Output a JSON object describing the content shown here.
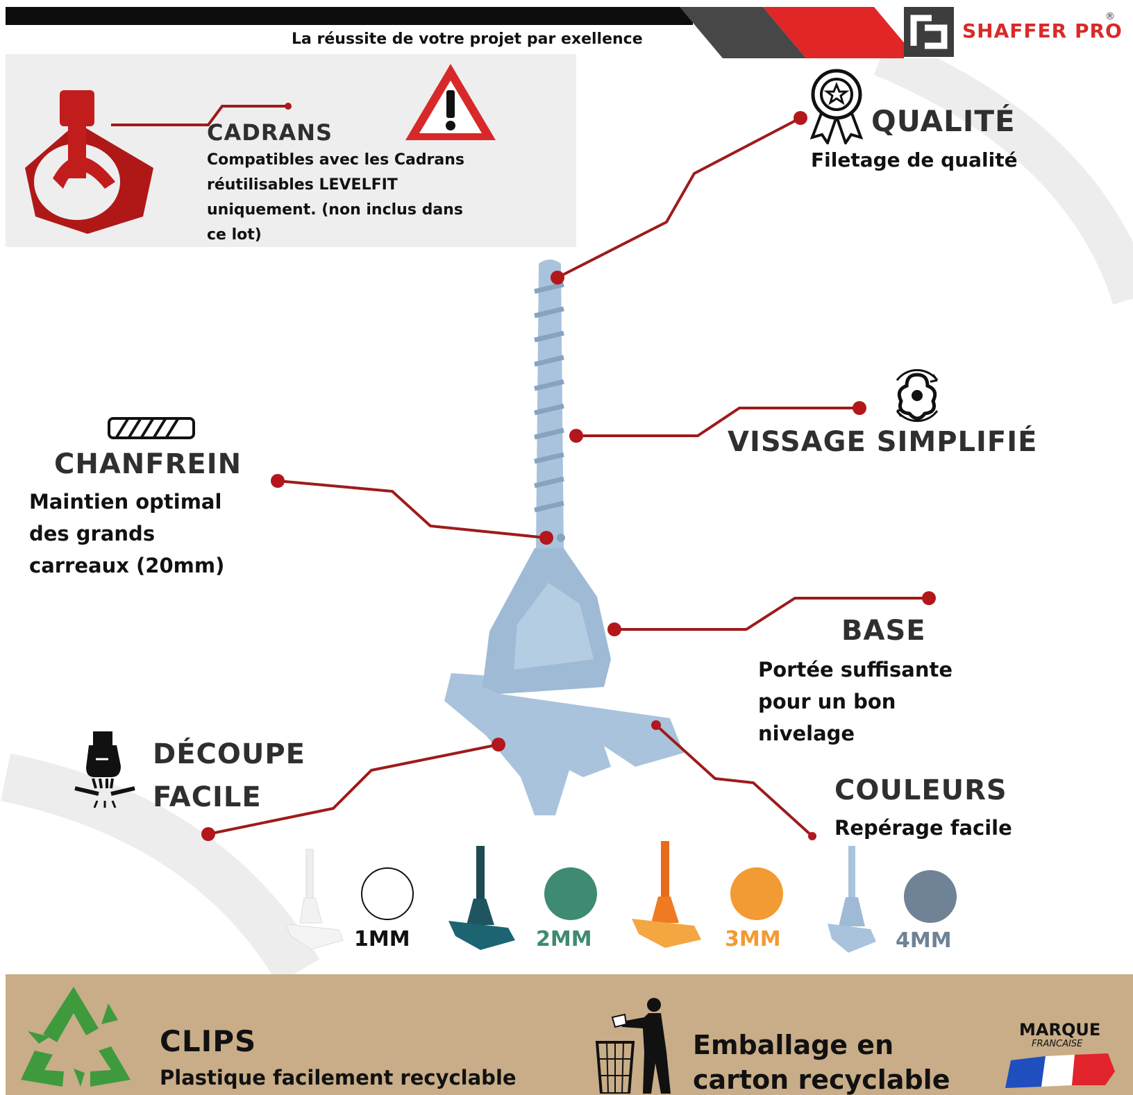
{
  "header": {
    "tagline": "La réussite de votre projet par exellence",
    "brand": "SHAFFER PRO",
    "registered": "®"
  },
  "features": {
    "cadrans": {
      "title": "CADRANS",
      "lines": [
        "Compatibles avec les Cadrans",
        "réutilisables LEVELFIT",
        "uniquement. (non inclus dans",
        "ce lot)"
      ]
    },
    "qualite": {
      "title": "QUALITÉ",
      "subtitle": "Filetage de qualité"
    },
    "vissage": {
      "title": "VISSAGE SIMPLIFIÉ"
    },
    "chanfrein": {
      "title": "CHANFREIN",
      "lines": [
        "Maintien optimal",
        "des grands",
        "carreaux (20mm)"
      ]
    },
    "base": {
      "title": "BASE",
      "lines": [
        "Portée suffisante",
        "pour un bon",
        "nivelage"
      ]
    },
    "decoupe": {
      "title_lines": [
        "DÉCOUPE",
        "FACILE"
      ]
    },
    "couleurs": {
      "title": "COULEURS",
      "subtitle": "Repérage facile"
    }
  },
  "sizes": [
    {
      "label": "1MM",
      "color": "#ffffff",
      "label_color": "#111111"
    },
    {
      "label": "2MM",
      "color": "#3f8a73",
      "label_color": "#3f8a73"
    },
    {
      "label": "3MM",
      "color": "#f29a33",
      "label_color": "#f29a33"
    },
    {
      "label": "4MM",
      "color": "#6f8296",
      "label_color": "#6f8296"
    }
  ],
  "footer": {
    "clips_title": "CLIPS",
    "clips_desc": "Plastique facilement recyclable",
    "packaging_line1": "Emballage en",
    "packaging_line2": "carton recyclable",
    "marque": "MARQUE",
    "francaise": "FRANCAISE"
  },
  "colors": {
    "accent_red": "#b3171b",
    "clip_blue": "#a9c3dc",
    "band": "#c8ad88"
  }
}
